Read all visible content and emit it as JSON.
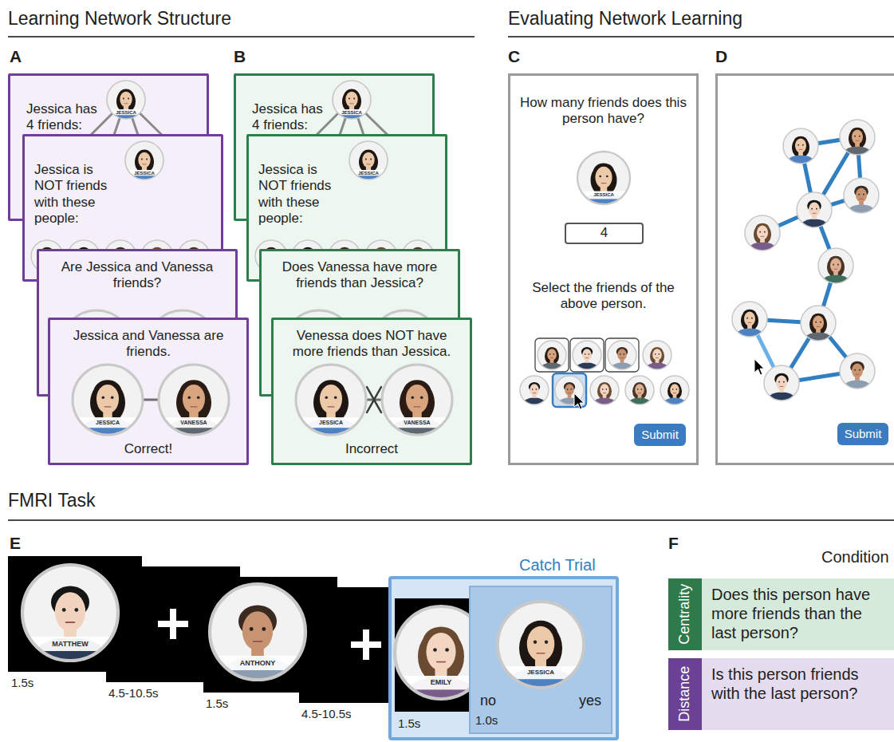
{
  "diagram": {
    "nodes": [
      {
        "text": [
          "Jessica has 4 friends:"
        ]
      },
      {
        "text": [
          "JESSICA"
        ],
        "in": 0
      },
      {
        "text": [
          "Jessica is NOT friends with these people:"
        ]
      },
      {
        "text": [
          "JESSICA"
        ],
        "in": 2
      },
      {
        "text": [
          "Are Jessica and Vanessa friends?"
        ]
      },
      {
        "text": [
          "Jessica and Vanessa are friends.",
          "Correct!"
        ]
      },
      {
        "text": [
          "JESSICA"
        ],
        "in": 5
      },
      {
        "text": [
          "VANESSA"
        ],
        "in": 5
      },
      {
        "text": [
          "Jessica has 4 friends:"
        ]
      },
      {
        "text": [
          "JESSICA"
        ],
        "in": 8
      },
      {
        "text": [
          "Jessica is NOT friends with these people:"
        ]
      },
      {
        "text": [
          "JESSICA"
        ],
        "in": 10
      },
      {
        "text": [
          "Does Vanessa have more friends than Jessica?"
        ]
      },
      {
        "text": [
          "Venessa does NOT have more friends than Jessica.",
          "Incorrect"
        ]
      },
      {
        "text": [
          "JESSICA"
        ],
        "in": 13
      },
      {
        "text": [
          "VANESSA"
        ],
        "in": 13
      },
      {
        "text": [
          "How many friends does this person have?",
          "Select the friends of the above person."
        ]
      },
      {
        "text": [
          "JESSICA"
        ],
        "in": 16
      },
      {
        "text": [
          "4"
        ],
        "in": 16
      },
      {
        "text": [
          "Submit"
        ],
        "in": 16
      },
      {
        "text": [
          "Submit"
        ]
      },
      {
        "text": [
          "MATTHEW"
        ]
      },
      {
        "text": [
          "ANTHONY"
        ]
      },
      {
        "text": [
          "Catch Trial"
        ]
      },
      {
        "text": [
          "EMILY"
        ],
        "in": 23
      },
      {
        "text": [
          "no",
          "yes",
          "1.0s"
        ],
        "in": 23
      },
      {
        "text": [
          "JESSICA"
        ],
        "in": 25
      },
      {
        "text": [
          "Centrality"
        ]
      },
      {
        "text": [
          "Does this person have more friends than the last person?"
        ]
      },
      {
        "text": [
          "Distance"
        ]
      },
      {
        "text": [
          "Is this person friends with the last person?"
        ]
      }
    ],
    "edges": [
      {
        "from": 6,
        "to": 7,
        "arrow": "none"
      },
      {
        "from": 14,
        "to": 15,
        "arrow": "none"
      }
    ],
    "labels": [
      "Learning Network Structure",
      "Evaluating Network Learning",
      "A",
      "B",
      "C",
      "D",
      "FMRI Task",
      "E",
      "F",
      "1.5s",
      "4.5-10.5s",
      "1.5s",
      "4.5-10.5s",
      "1.5s",
      "Condition"
    ]
  }
}
